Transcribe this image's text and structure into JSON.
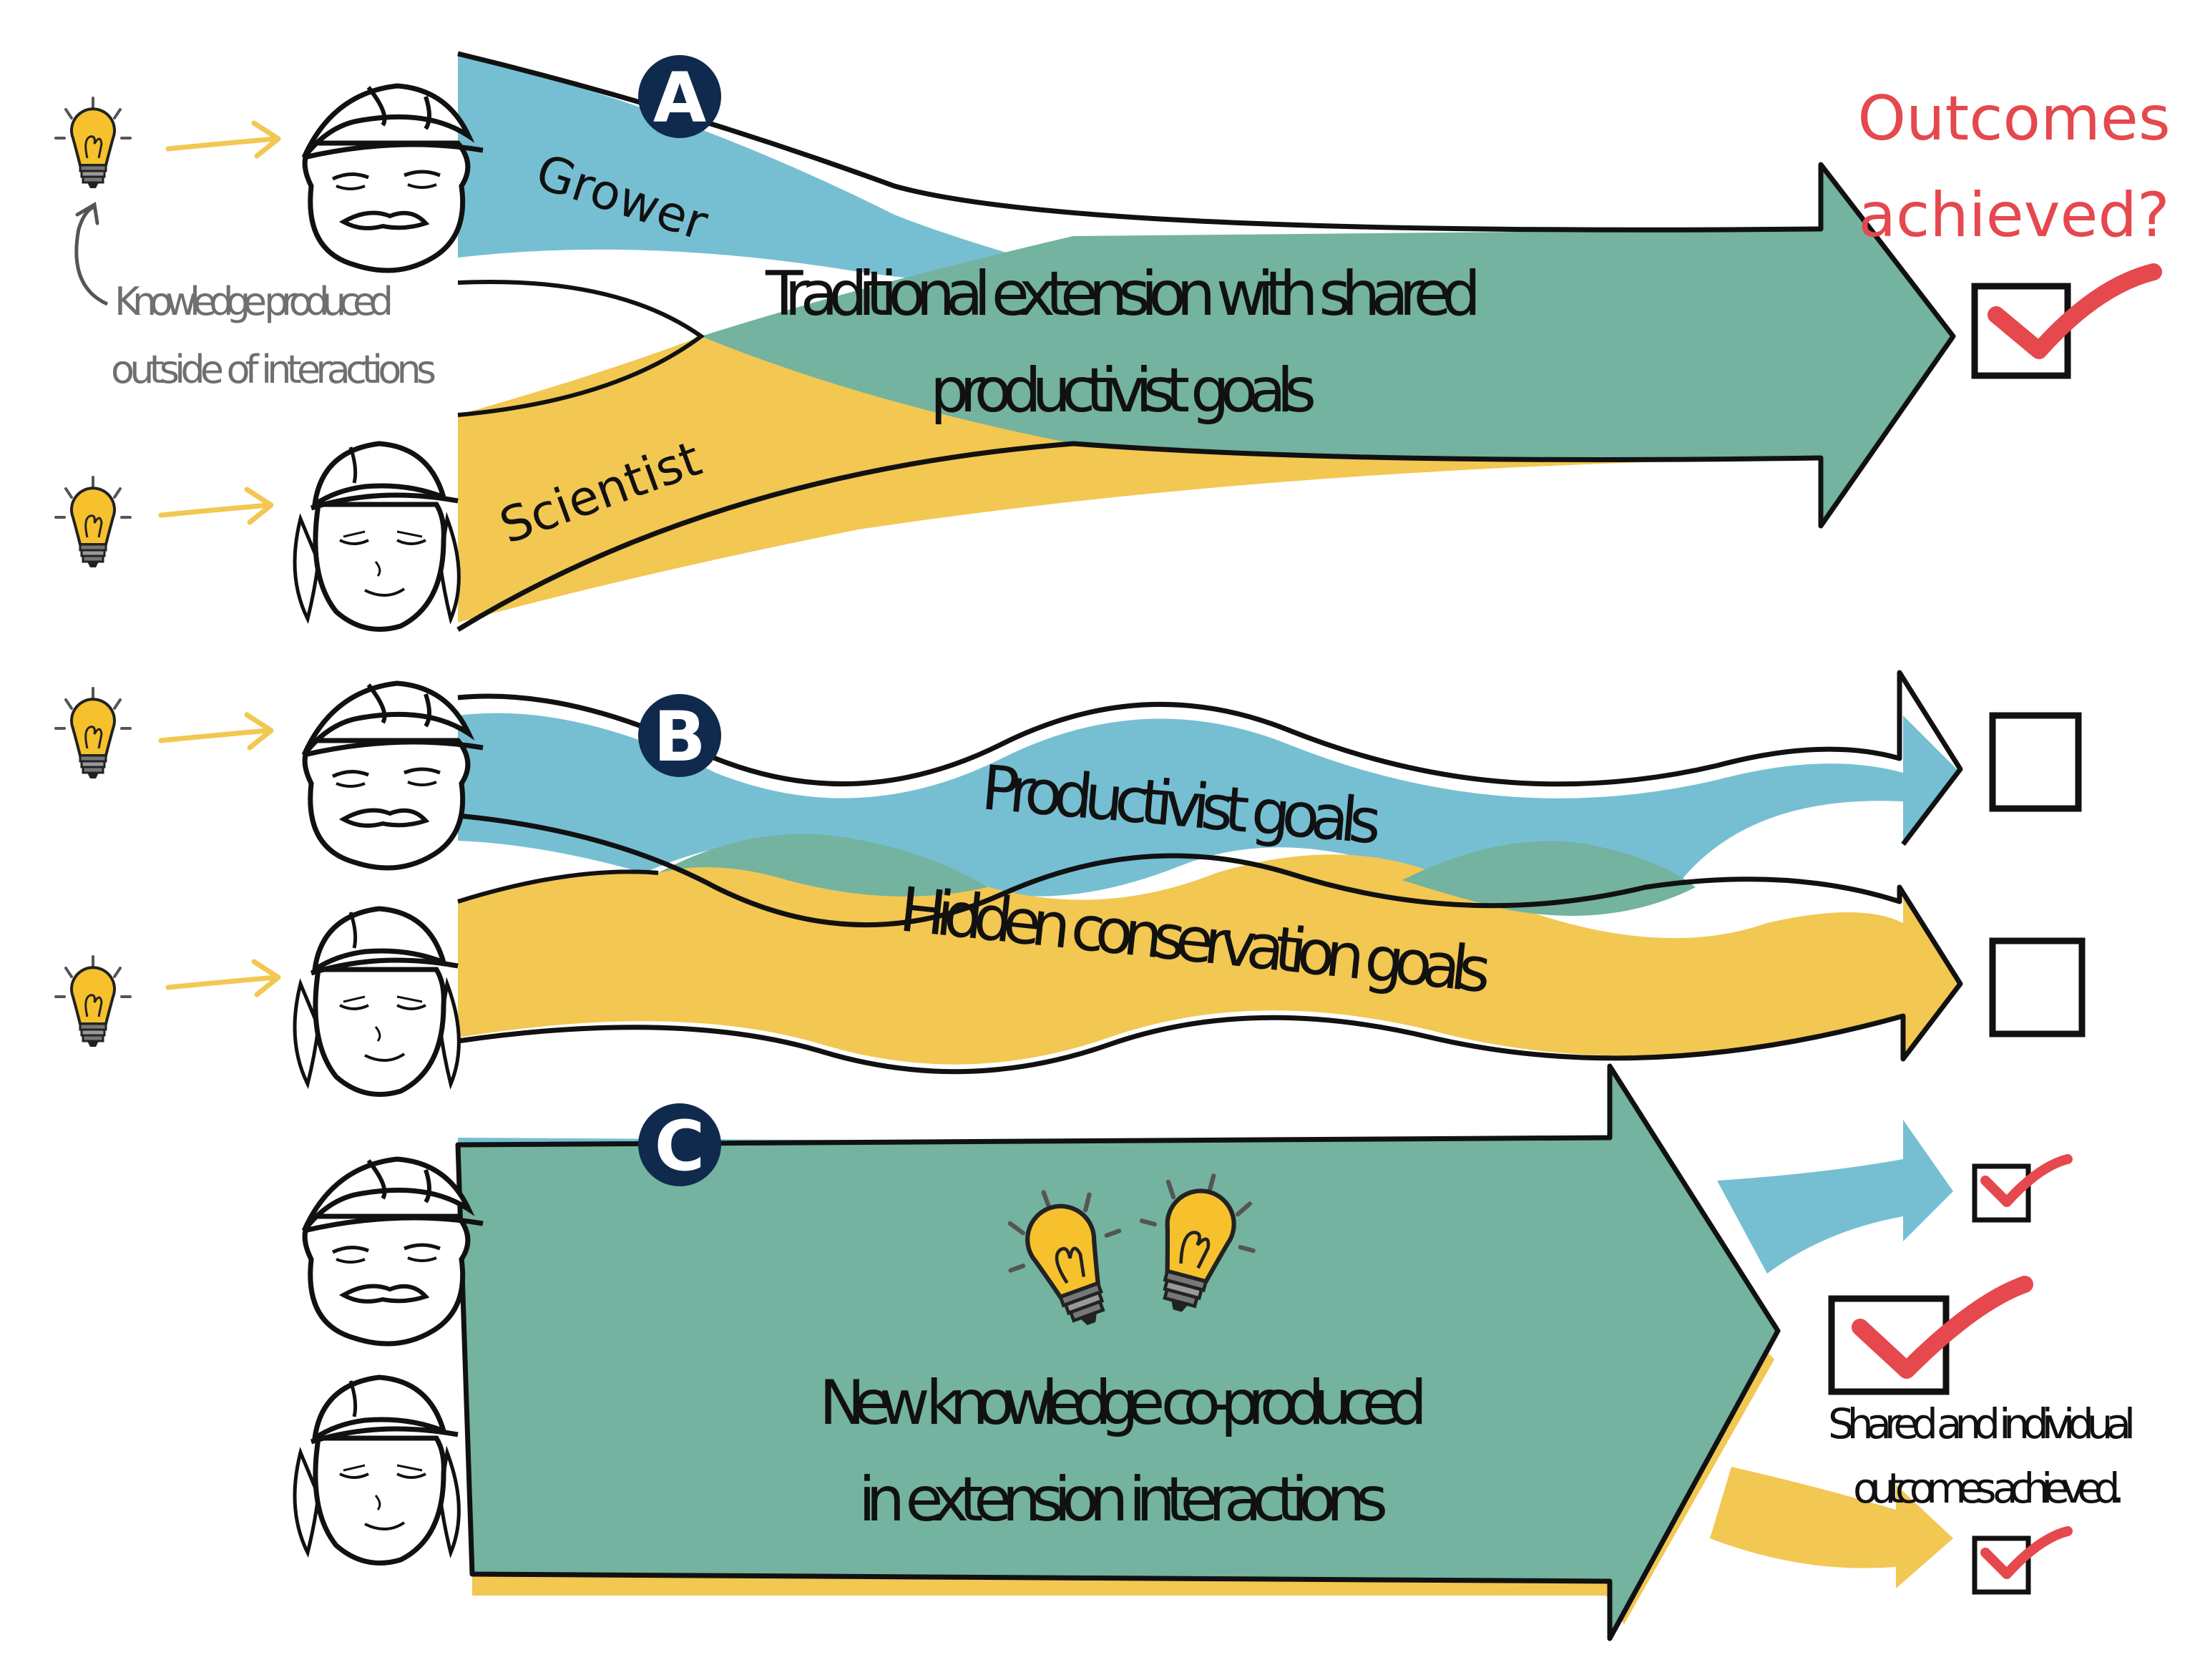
{
  "colors": {
    "blue": "#76bfd3",
    "yellow": "#f2c752",
    "green": "#73b3a0",
    "navy": "#0f2a4d",
    "red": "#e5484d",
    "gray": "#6f6f6f",
    "ink": "#111111"
  },
  "panel_a": {
    "badge": "A",
    "grower_label": "Grower",
    "scientist_label": "Scientist",
    "main_label_line1": "Traditional extension with shared",
    "main_label_line2": "productivist goals",
    "outcomes_line1": "Outcomes",
    "outcomes_line2": "achieved?",
    "knowledge_note_line1": "Knowledge produced",
    "knowledge_note_line2": "outside of interactions",
    "checkbox_state": "checked"
  },
  "panel_b": {
    "badge": "B",
    "grower_goals_label": "Productivist goals",
    "scientist_goals_label": "Hidden conservation goals",
    "grower_checkbox_state": "unchecked",
    "scientist_checkbox_state": "unchecked"
  },
  "panel_c": {
    "badge": "C",
    "main_label_line1": "New knowledge co-produced",
    "main_label_line2": "in extension interactions",
    "outcomes_note_line1": "Shared and individual",
    "outcomes_note_line2": "outcomes achieved.",
    "checkbox_states": [
      "checked",
      "checked",
      "checked"
    ]
  },
  "icons": [
    "lightbulb-icon",
    "arrow-right-icon",
    "grower-face-icon",
    "scientist-face-icon",
    "checkbox-icon",
    "checkmark-icon"
  ]
}
